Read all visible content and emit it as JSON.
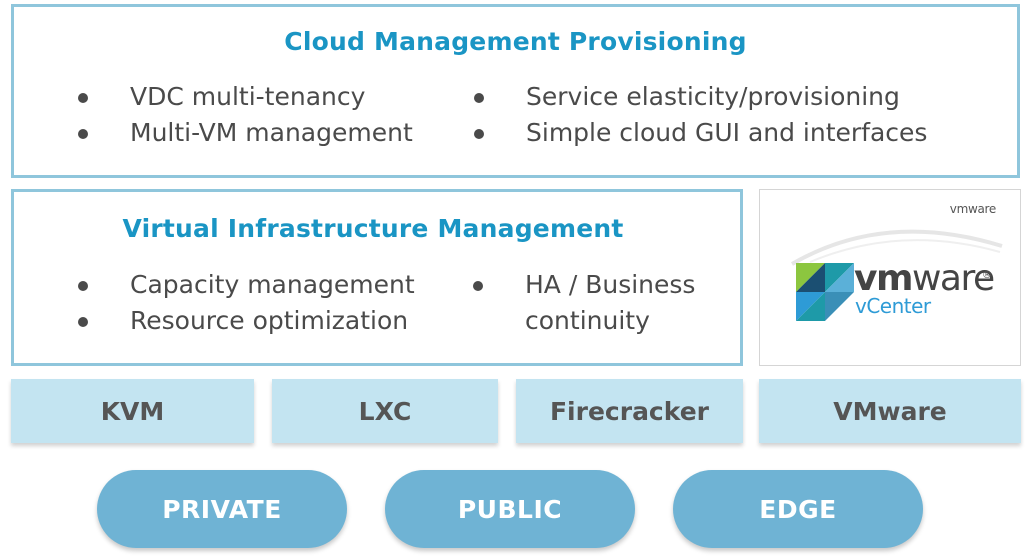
{
  "cloud_management": {
    "title": "Cloud Management Provisioning",
    "left_items": [
      "VDC multi-tenancy",
      "Multi-VM management"
    ],
    "right_items": [
      "Service elasticity/provisioning",
      "Simple cloud GUI and interfaces"
    ]
  },
  "virtual_infrastructure": {
    "title": "Virtual Infrastructure Management",
    "left_items": [
      "Capacity management",
      "Resource optimization"
    ],
    "right_item_line1": "HA / Business",
    "right_item_line2": "continuity"
  },
  "vcenter_logo": {
    "corner_brand": "vmware",
    "brand_vm": "vm",
    "brand_ware": "ware",
    "product": "vCenter",
    "colors": {
      "green": "#8cc63f",
      "teal": "#1e9aa8",
      "blue": "#2e9bd6",
      "dark": "#1b4f72"
    }
  },
  "hypervisors": [
    "KVM",
    "LXC",
    "Firecracker",
    "VMware"
  ],
  "deployments": [
    "PRIVATE",
    "PUBLIC",
    "EDGE"
  ],
  "colors": {
    "title": "#1a95c4",
    "border": "#8fc6dc",
    "hypervisor_bg": "#c3e4f1",
    "pill_bg": "#6fb3d4"
  }
}
